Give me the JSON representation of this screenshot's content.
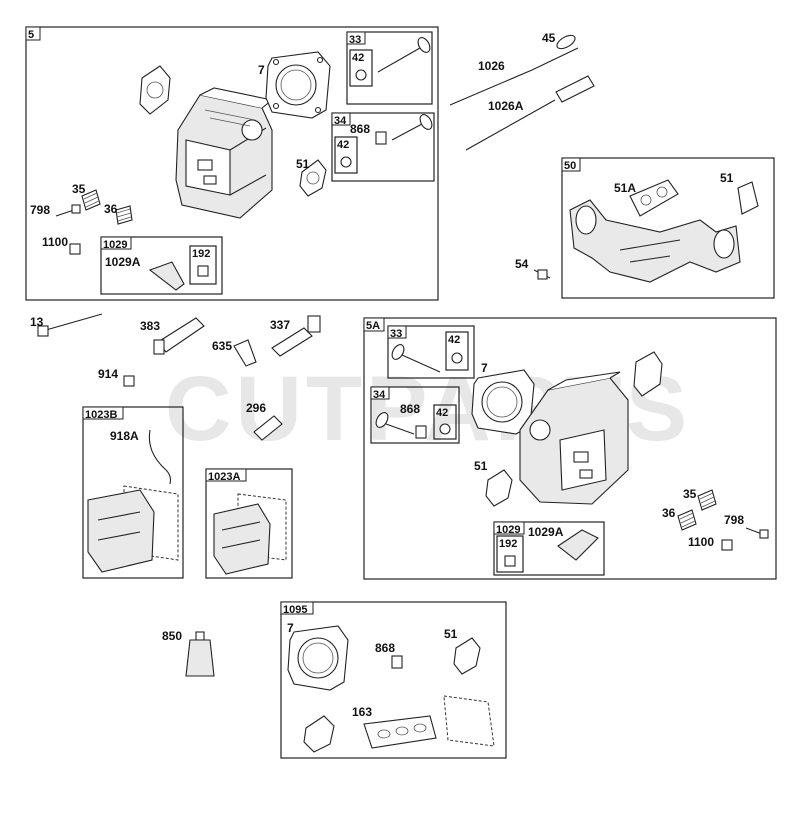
{
  "watermark": "CUTPARTS",
  "groups": {
    "g5": "5",
    "g33a": "33",
    "g42a": "42",
    "g34a": "34",
    "g42b": "42",
    "g1029a": "1029",
    "g192a": "192",
    "g50": "50",
    "g5A": "5A",
    "g33b": "33",
    "g42c": "42",
    "g34b": "34",
    "g42d": "42",
    "g1029b": "1029",
    "g192b": "192",
    "g1023B": "1023B",
    "g1023A": "1023A",
    "g1095": "1095"
  },
  "labels": {
    "p7_a": "7",
    "p51_a": "51",
    "p868_a": "868",
    "p35_a": "35",
    "p36_a": "36",
    "p798_a": "798",
    "p1100_a": "1100",
    "p1029A_a": "1029A",
    "p45": "45",
    "p1026": "1026",
    "p1026A": "1026A",
    "p51A": "51A",
    "p51_b": "51",
    "p54": "54",
    "p13": "13",
    "p383": "383",
    "p337": "337",
    "p635": "635",
    "p914": "914",
    "p296": "296",
    "p918A": "918A",
    "p7_b": "7",
    "p868_b": "868",
    "p51_c": "51",
    "p35_b": "35",
    "p36_b": "36",
    "p798_b": "798",
    "p1100_b": "1100",
    "p1029A_b": "1029A",
    "p850": "850",
    "p7_c": "7",
    "p868_c": "868",
    "p51_d": "51",
    "p163": "163"
  }
}
